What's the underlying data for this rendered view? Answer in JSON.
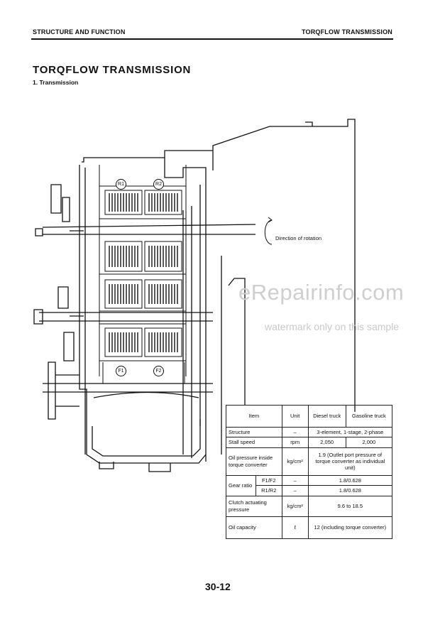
{
  "header": {
    "left": "STRUCTURE AND FUNCTION",
    "right": "TORQFLOW TRANSMISSION"
  },
  "title": "TORQFLOW TRANSMISSION",
  "subtitle": "1. Transmission",
  "diagram": {
    "clutch_labels": {
      "r1": "R1",
      "r2": "R2",
      "f1": "F1",
      "f2": "F2"
    },
    "rotation_label": "Direction of rotation"
  },
  "watermark": {
    "main": "eRepairinfo.com",
    "sub": "watermark only on this sample"
  },
  "spec_table": {
    "headers": {
      "item": "Item",
      "unit": "Unit",
      "diesel": "Diesel truck",
      "gasoline": "Gasoline truck"
    },
    "structure": {
      "label": "Structure",
      "unit": "–",
      "value": "3-element, 1-stage, 2-phase"
    },
    "stall_speed": {
      "label": "Stall speed",
      "unit": "rpm",
      "diesel": "2,050",
      "gasoline": "2,000"
    },
    "oil_pressure": {
      "label": "Oil pressure inside torque converter",
      "unit": "kg/cm²",
      "value": "1.9 (Outlet port pressure of torque converter as individual unit)"
    },
    "gear_ratio": {
      "label": "Gear ratio",
      "f_label": "F1/F2",
      "f_unit": "–",
      "f_value": "1.8/0.628",
      "r_label": "R1/R2",
      "r_unit": "–",
      "r_value": "1.8/0.628"
    },
    "clutch_pressure": {
      "label": "Clutch actuating pressure",
      "unit": "kg/cm²",
      "value": "9.6 to 18.5"
    },
    "oil_capacity": {
      "label": "Oil capacity",
      "unit": "ℓ",
      "value": "12 (including torque converter)"
    }
  },
  "page_number": "30-12"
}
